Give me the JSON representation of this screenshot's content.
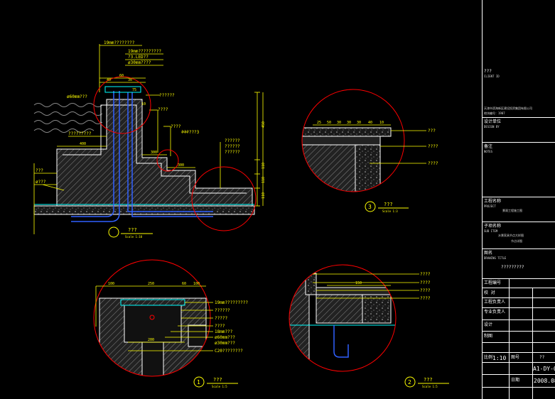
{
  "colors": {
    "background": "#000000",
    "outline": "#ffffff",
    "dimension": "#ffff00",
    "detail_circle": "#ff0000",
    "water_line": "#00ffff",
    "pipe": "#3060ff",
    "hatch": "#9a9a9a",
    "leader_text": "#ffff00"
  },
  "main_section": {
    "dims_top": [
      "19mm????????",
      "19mm?????????",
      "?3.LED??",
      "ø30mm????"
    ],
    "dims_inner": [
      "60",
      "40",
      "30",
      "75",
      "10"
    ],
    "label_pipe": "ø60mm???",
    "right_labels": [
      "??????",
      "????",
      "????",
      "??????3",
      "??????",
      "??????",
      "??????"
    ],
    "left_label": "?????????",
    "step_dims": [
      "400",
      "300",
      "300"
    ],
    "water_labels": [
      "???",
      "ø???"
    ],
    "vertical_dims": [
      "450",
      "110",
      "110",
      "110"
    ],
    "title": "???",
    "scale": "Scale 1:10"
  },
  "detail_3": {
    "dims": [
      "25",
      "50",
      "30",
      "30",
      "30",
      "40",
      "10"
    ],
    "labels": [
      "???",
      "????",
      "????"
    ],
    "number": "3",
    "title": "???",
    "scale": "Scale 1:3"
  },
  "detail_1": {
    "dims": [
      "100",
      "250",
      "60",
      "100"
    ],
    "labels": [
      "19mm?????????",
      "??????",
      "?????",
      "????",
      "18mm???",
      "ø60mm???",
      "ø30mm???",
      "C20????????"
    ],
    "inner_dim": "200",
    "number": "1",
    "title": "???",
    "scale": "Scale 1:5"
  },
  "detail_2": {
    "dims": [
      "150"
    ],
    "labels": [
      "????",
      "????",
      "????",
      "????"
    ],
    "number": "2",
    "title": "???",
    "scale": "Scale 1:5"
  },
  "title_block": {
    "client_cn": "???",
    "client_en": "CLIENT ID",
    "project_line1": "天津市滨海新区建设投资集团有限公司",
    "project_line2": "地块编号：1907",
    "design_cn": "设计单位",
    "design_en": "DESIGN BY",
    "remark_cn": "备注",
    "remark_en": "NOTES",
    "project_cn": "工程名称",
    "project_en": "PROJECT",
    "project_name": "景观工程施工图",
    "sub_cn": "子项名称",
    "sub_en": "SUB ITEM",
    "sub_name1": "水景家具节点大样图",
    "sub_name2": "节点详图",
    "drawing_cn": "图名",
    "drawing_en": "DRAWING TITLE",
    "drawing_name": "?????????",
    "rows": [
      "工程编号",
      "校 对",
      "工程负责人",
      "专业负责人",
      "设计",
      "制图"
    ],
    "scale_label": "比例",
    "scale_value": "1:10",
    "no_label": "图号",
    "no_value": "??",
    "sheet_code": "A1-DY-0",
    "date_label": "日期",
    "date_value": "2008.08"
  }
}
